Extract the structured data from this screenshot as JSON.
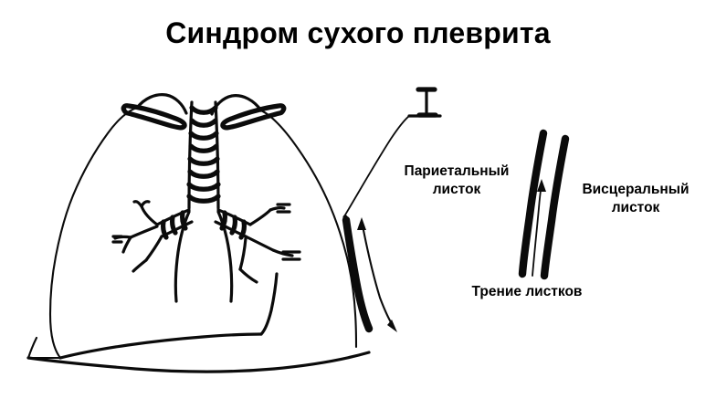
{
  "document": {
    "title": "Синдром сухого плеврита",
    "language": "ru",
    "background_color": "#ffffff",
    "ink_color": "#0b0b0b"
  },
  "labels": {
    "parietal": "Париетальный\nлисток",
    "visceral": "Висцеральный\nлисток",
    "friction": "Трение листков"
  },
  "diagram": {
    "type": "medical-illustration",
    "subject": "dry-pleurisy-chest-schematic",
    "parts": [
      "left-lung-outline",
      "right-lung-outline",
      "trachea-with-cartilage-rings",
      "carina-and-bronchial-tree",
      "left-clavicle",
      "right-clavicle",
      "diaphragm-line",
      "pleural-thickening-stripe",
      "range-double-arrow",
      "parietal-leader-line",
      "parietal-bracket-marker",
      "parietal-layer-stroke",
      "visceral-layer-stroke",
      "friction-arrow"
    ]
  }
}
